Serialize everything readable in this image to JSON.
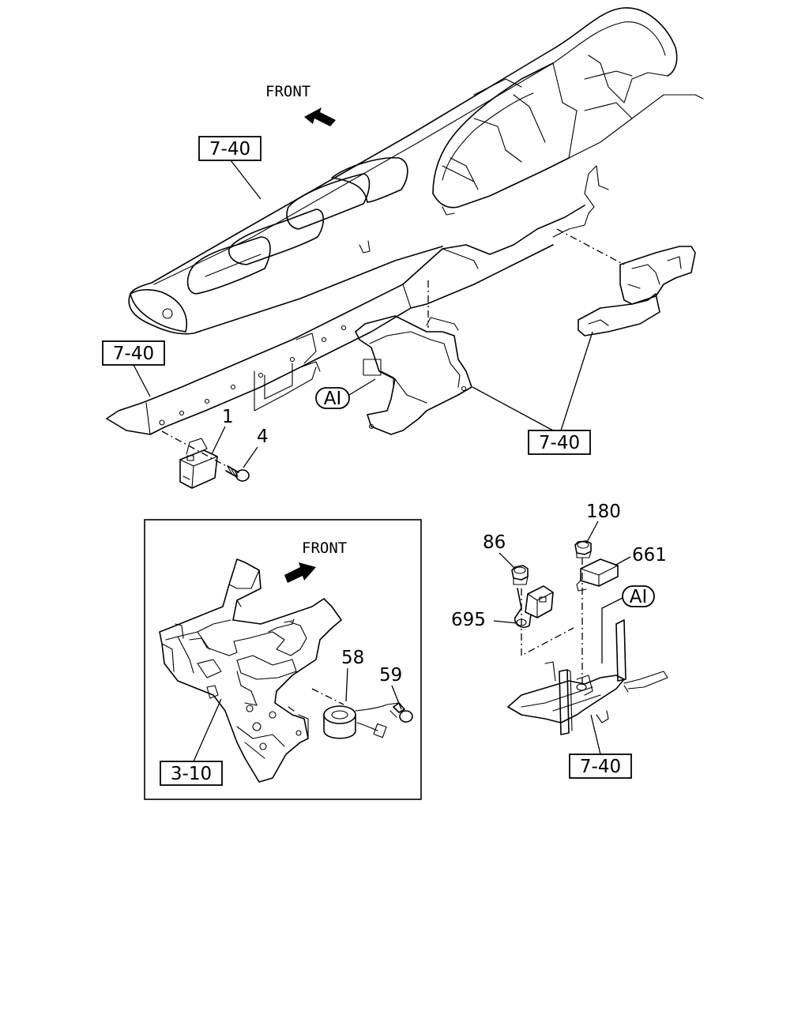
{
  "upper_view": {
    "front_text": "FRONT",
    "refs": {
      "dashboard": "7-40",
      "cross_beam": "7-40",
      "brackets": "7-40"
    },
    "circle_ref": "AI",
    "parts": {
      "sensor_unit": "1",
      "bolt": "4"
    }
  },
  "inset_view": {
    "front_text": "FRONT",
    "ref": "3-10",
    "parts": {
      "connector_coil": "58",
      "plug": "59"
    }
  },
  "detail_view": {
    "circle_ref": "AI",
    "ref": "7-40",
    "parts": {
      "nut_a": "86",
      "nut_b": "180",
      "module": "661",
      "bracket": "695"
    }
  }
}
